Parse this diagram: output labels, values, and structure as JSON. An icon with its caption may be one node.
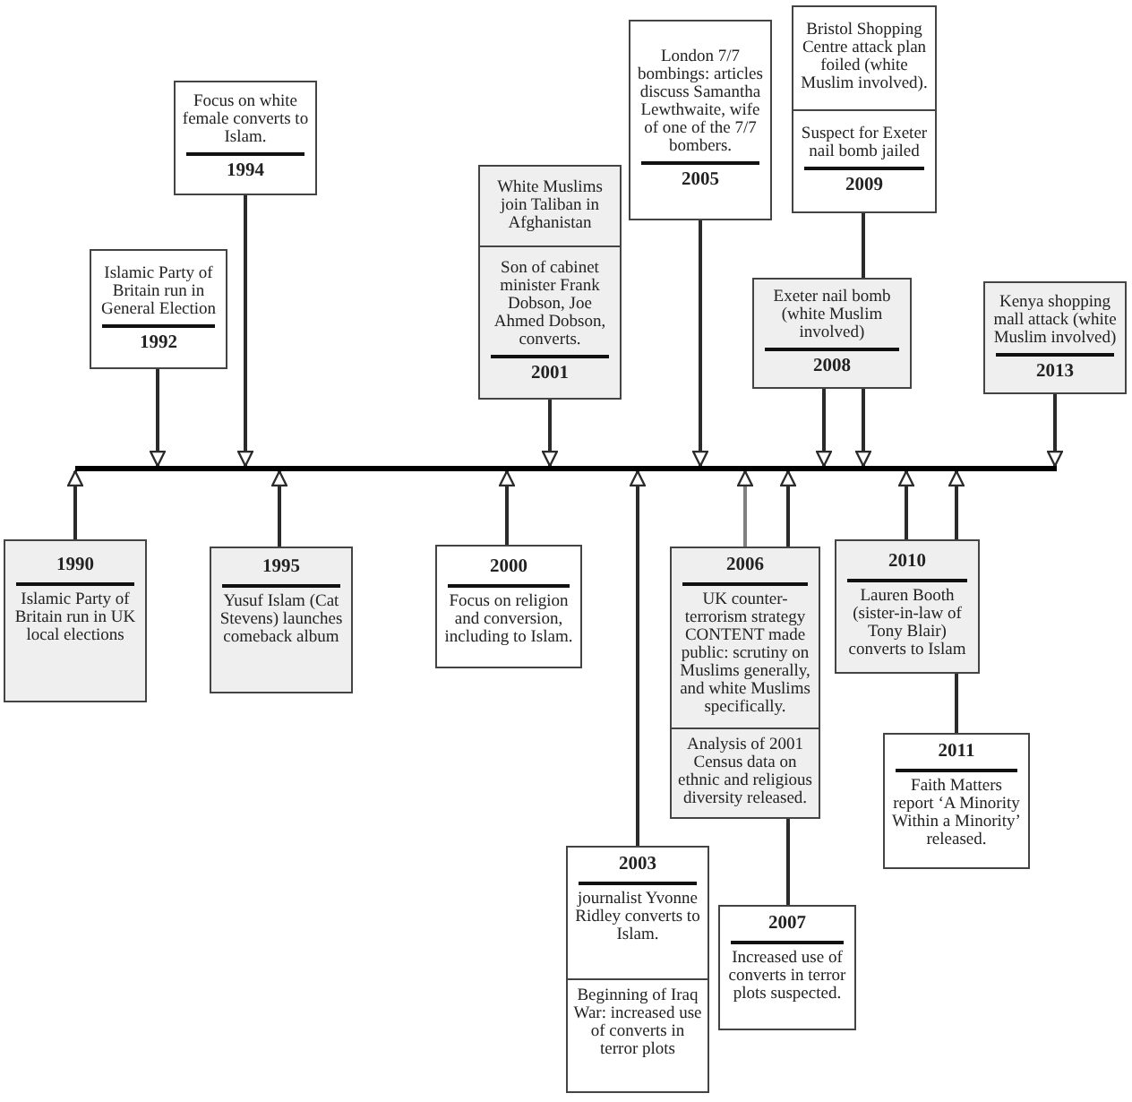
{
  "diagram": {
    "nodes": [
      {
        "text": [
          "Islamic Party of Britain run in General Election",
          "1992"
        ]
      },
      {
        "text": [
          "Focus on white female converts to Islam.",
          "1994"
        ]
      },
      {
        "text": [
          "White Muslims join Taliban in Afghanistan",
          "Son of cabinet minister Frank Dobson, Joe Ahmed Dobson, converts.",
          "2001"
        ]
      },
      {
        "text": [
          "London 7/7 bombings: articles discuss Samantha Lewthwaite, wife of one of the 7/7 bombers.",
          "2005"
        ]
      },
      {
        "text": [
          "Exeter nail bomb (white Muslim involved)",
          "2008"
        ]
      },
      {
        "text": [
          "Bristol Shopping Centre attack plan foiled (white Muslim involved).",
          "Suspect for Exeter nail bomb jailed",
          "2009"
        ]
      },
      {
        "text": [
          "Kenya shopping mall attack (white Muslim involved)",
          "2013"
        ]
      },
      {
        "text": [],
        "shape": "bar"
      },
      {
        "text": [
          "1990",
          "Islamic Party of Britain run in UK local elections"
        ]
      },
      {
        "text": [
          "1995",
          "Yusuf Islam (Cat Stevens) launches comeback album"
        ]
      },
      {
        "text": [
          "2000",
          "Focus on religion and conversion, including to Islam."
        ]
      },
      {
        "text": [
          "2003",
          "journalist Yvonne Ridley converts to Islam.",
          "Beginning of Iraq War: increased use of converts in terror plots"
        ]
      },
      {
        "text": [
          "2006",
          "UK counter-terrorism strategy CONTENT made public: scrutiny on Muslims generally, and white Muslims specifically.",
          "Analysis of 2001 Census data on ethnic and religious diversity released."
        ]
      },
      {
        "text": [
          "2007",
          "Increased use of converts in terror plots suspected."
        ]
      },
      {
        "text": [
          "2010",
          "Lauren Booth (sister-in-law of Tony Blair) converts to Islam"
        ]
      },
      {
        "text": [
          "2011",
          "Faith Matters report ‘A Minority Within a Minority’ released."
        ]
      }
    ],
    "edges": [
      {
        "from": 0,
        "to": 7,
        "arrow": "to"
      },
      {
        "from": 1,
        "to": 7,
        "arrow": "to"
      },
      {
        "from": 2,
        "to": 7,
        "arrow": "to"
      },
      {
        "from": 3,
        "to": 7,
        "arrow": "to"
      },
      {
        "from": 4,
        "to": 7,
        "arrow": "to"
      },
      {
        "from": 5,
        "to": 4,
        "arrow": "none"
      },
      {
        "from": 4,
        "to": 7,
        "arrow": "to"
      },
      {
        "from": 6,
        "to": 7,
        "arrow": "to"
      },
      {
        "from": 8,
        "to": 7,
        "arrow": "to"
      },
      {
        "from": 9,
        "to": 7,
        "arrow": "to"
      },
      {
        "from": 10,
        "to": 7,
        "arrow": "to"
      },
      {
        "from": 11,
        "to": 7,
        "arrow": "to"
      },
      {
        "from": 12,
        "to": 7,
        "arrow": "to",
        "color": "#808080"
      },
      {
        "from": 13,
        "to": 12,
        "arrow": "none"
      },
      {
        "from": 12,
        "to": 7,
        "arrow": "to"
      },
      {
        "from": 14,
        "to": 7,
        "arrow": "to"
      },
      {
        "from": 15,
        "to": 14,
        "arrow": "none"
      },
      {
        "from": 14,
        "to": 7,
        "arrow": "to"
      }
    ]
  }
}
